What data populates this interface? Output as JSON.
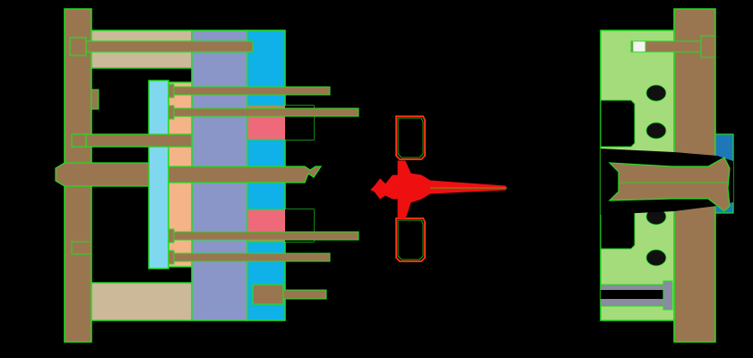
{
  "diagram": {
    "background": "#000000",
    "palette": {
      "outline": "#22dd22",
      "brown": "#9a7650",
      "tan": "#cbb99a",
      "periwinkle": "#8a96c8",
      "cyan": "#10b0e8",
      "light_cyan": "#80d8ee",
      "peach": "#f4b488",
      "pink": "#ee6a7a",
      "light_green": "#a4dc7c",
      "blue": "#1e78b8",
      "red": "#ee1010",
      "dark": "#101010",
      "gray": "#8a8aa0"
    },
    "parts": {
      "moving_half": "moving-mold-half",
      "molded_part": "molded-part-with-runner",
      "fixed_half": "fixed-mold-half"
    }
  }
}
